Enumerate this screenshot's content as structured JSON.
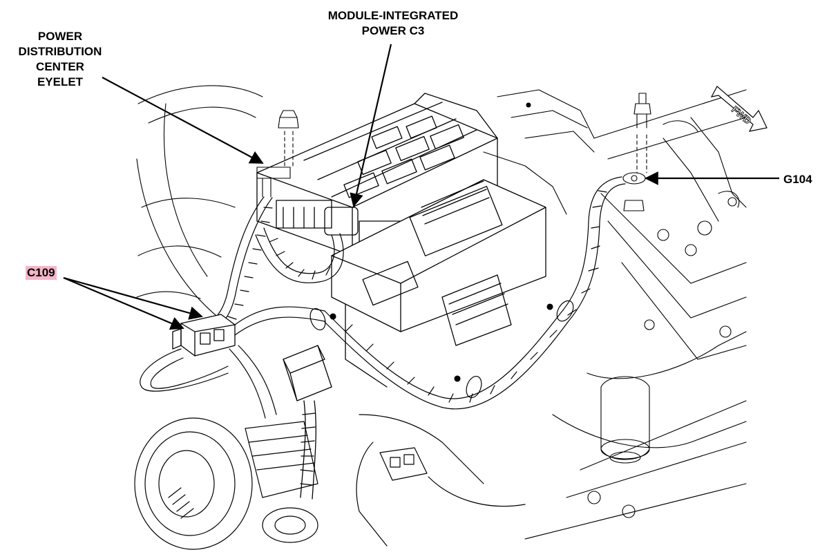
{
  "callouts": {
    "pdc_eyelet": {
      "line1": "POWER",
      "line2": "DISTRIBUTION",
      "line3": "CENTER",
      "line4": "EYELET"
    },
    "module_power": {
      "line1": "MODULE-INTEGRATED",
      "line2": "POWER C3"
    },
    "ground": "G104",
    "connector": "C109"
  },
  "direction_indicator": "FWD",
  "colors": {
    "line": "#000000",
    "background": "#ffffff",
    "highlight": "#f4b6c8"
  }
}
